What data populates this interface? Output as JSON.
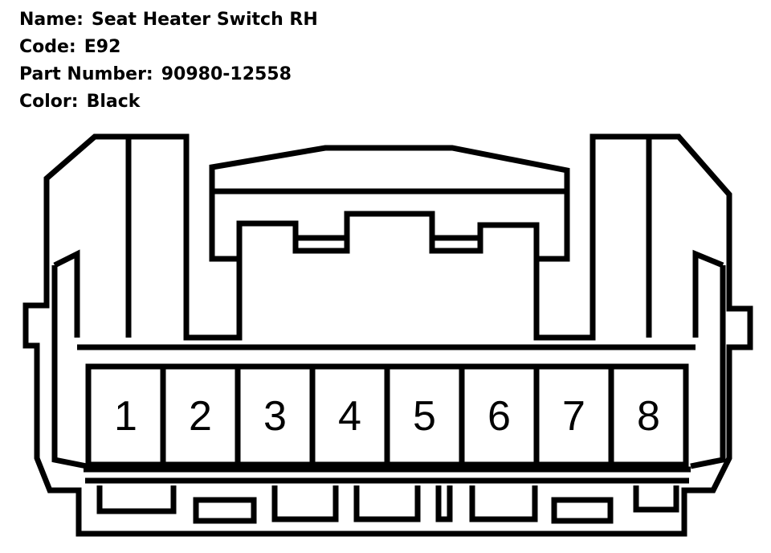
{
  "connector": {
    "name_label": "Name:",
    "name_value": "Seat Heater Switch RH",
    "code_label": "Code:",
    "code_value": "E92",
    "part_label": "Part Number:",
    "part_value": "90980-12558",
    "color_label": "Color:",
    "color_value": "Black"
  },
  "pins": [
    "1",
    "2",
    "3",
    "4",
    "5",
    "6",
    "7",
    "8"
  ],
  "colors": {
    "stroke": "#000000",
    "background": "#ffffff"
  }
}
